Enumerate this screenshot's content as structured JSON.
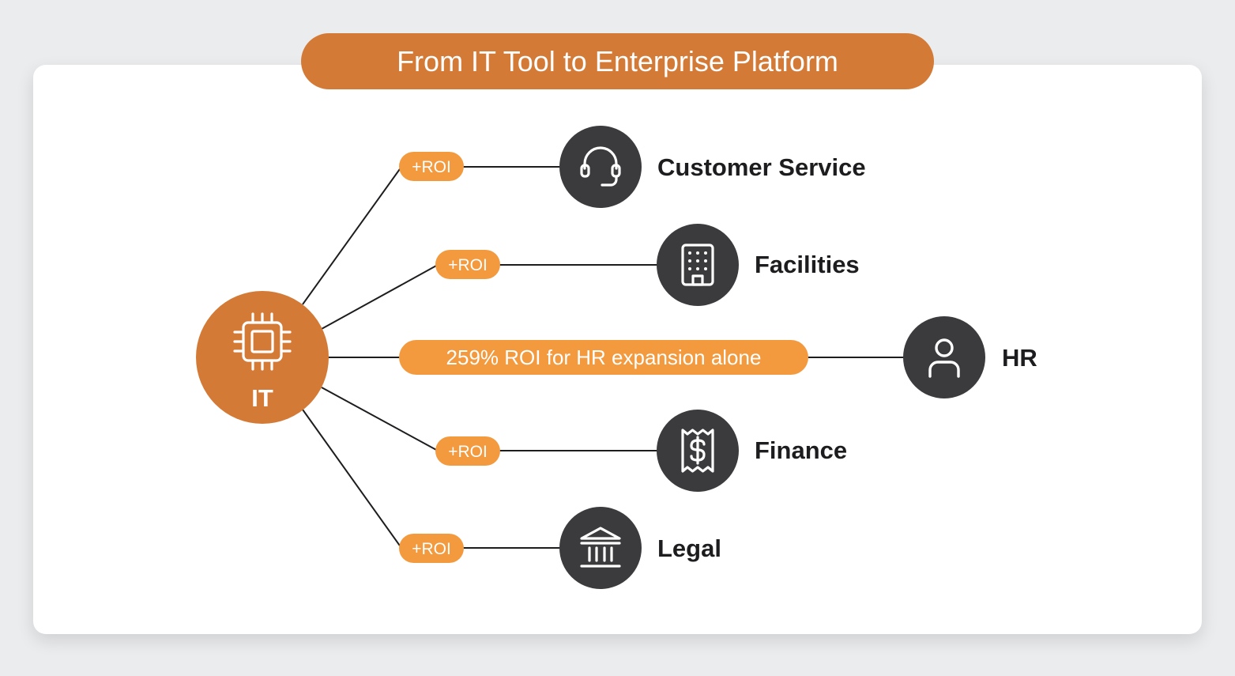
{
  "title": "From IT Tool to Enterprise Platform",
  "colors": {
    "accent": "#d47a37",
    "badge": "#f39a3f",
    "node": "#3b3b3d",
    "text": "#1d1d1f",
    "background": "#ebecee",
    "card": "#ffffff"
  },
  "hub": {
    "label": "IT",
    "icon": "cpu-chip-icon"
  },
  "branches": [
    {
      "label": "Customer Service",
      "badge": "+ROI",
      "icon": "headset-icon"
    },
    {
      "label": "Facilities",
      "badge": "+ROI",
      "icon": "building-icon"
    },
    {
      "label": "HR",
      "badge": "259% ROI for HR expansion alone",
      "icon": "user-icon"
    },
    {
      "label": "Finance",
      "badge": "+ROI",
      "icon": "receipt-dollar-icon"
    },
    {
      "label": "Legal",
      "badge": "+ROI",
      "icon": "bank-icon"
    }
  ]
}
